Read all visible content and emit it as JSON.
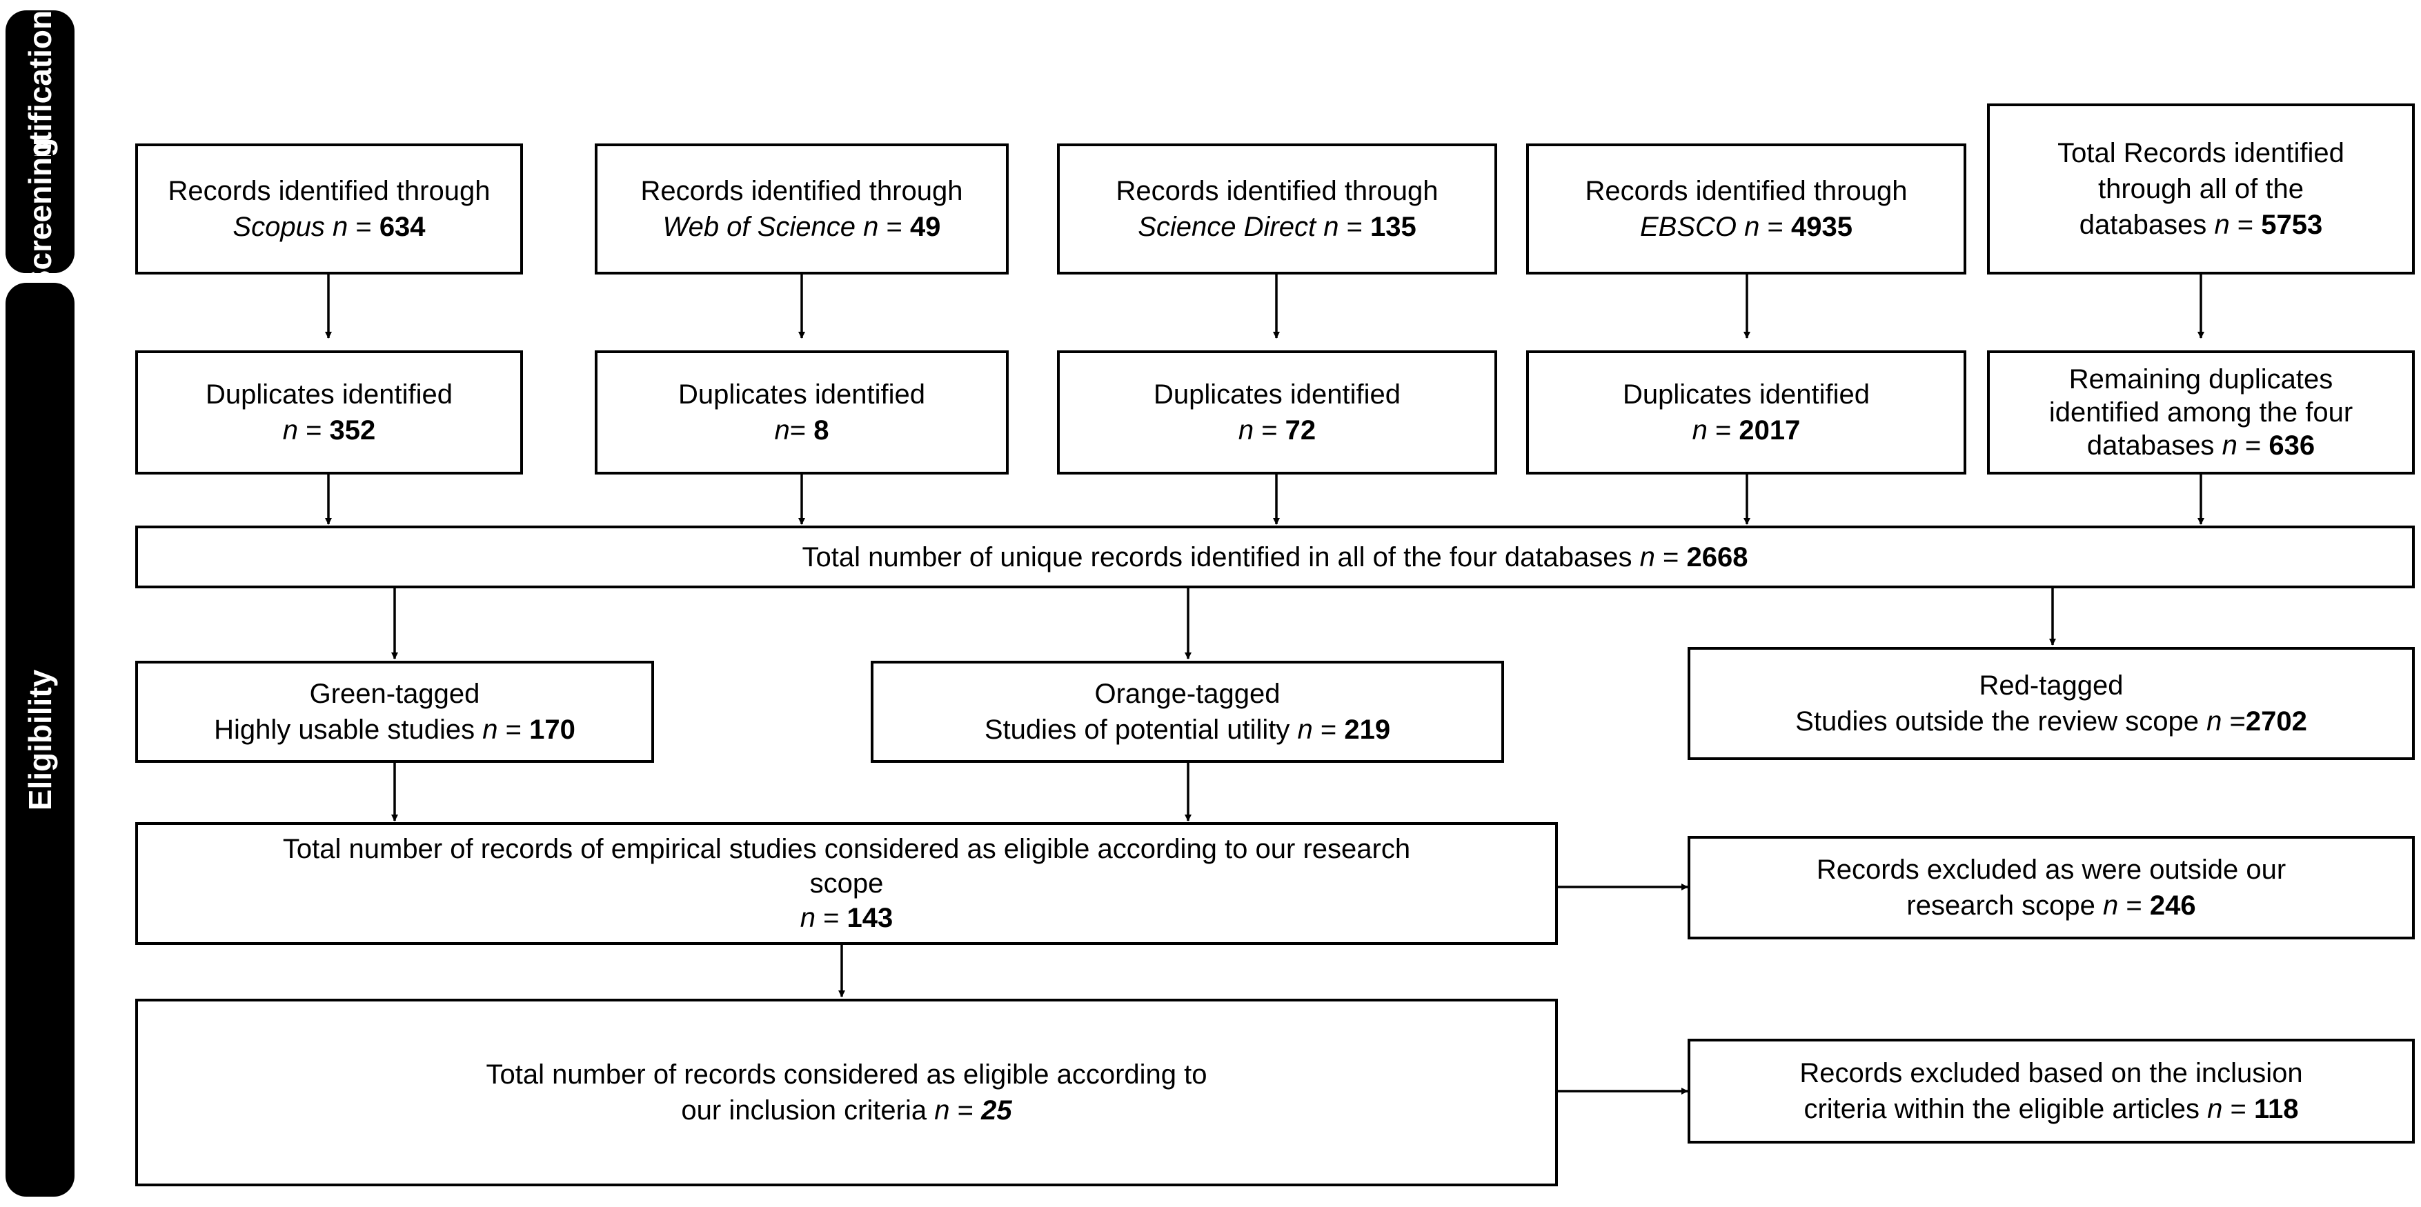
{
  "stages": {
    "identification": "Identification",
    "screening": "Screening",
    "eligibility": "Eligibility"
  },
  "identification": {
    "scopus": {
      "text": "Records identified through",
      "db": "Scopus",
      "n": "n",
      "eq": " = ",
      "value": "634"
    },
    "wos": {
      "text": "Records identified through",
      "db": "Web of Science",
      "n": "n",
      "eq": " = ",
      "value": "49"
    },
    "sciencedirect": {
      "text": "Records identified through",
      "db": "Science Direct",
      "n": "n",
      "eq": " = ",
      "value": "135"
    },
    "ebsco": {
      "text": "Records identified through",
      "db": "EBSCO",
      "n": "n",
      "eq": " = ",
      "value": "4935"
    },
    "total": {
      "line1": "Total Records identified",
      "line2": "through all of the",
      "line3": "databases",
      "n": "n",
      "eq": " = ",
      "value": "5753"
    }
  },
  "screening": {
    "dup_scopus": {
      "text": "Duplicates identified",
      "n": "n",
      "eq": " = ",
      "value": "352"
    },
    "dup_wos": {
      "text": "Duplicates identified",
      "n": "n",
      "eq": "= ",
      "value": "8"
    },
    "dup_sciencedirect": {
      "text": "Duplicates identified",
      "n": "n",
      "eq": " = ",
      "value": "72"
    },
    "dup_ebsco": {
      "text": "Duplicates identified",
      "n": "n",
      "eq": " = ",
      "value": "2017"
    },
    "dup_remaining": {
      "line1": "Remaining duplicates",
      "line2": "identified among the four",
      "line3": "databases",
      "n": "n",
      "eq": " = ",
      "value": "636"
    },
    "unique": {
      "text": "Total number of unique records identified in all of the four databases ",
      "n": "n",
      "eq": " = ",
      "value": "2668"
    }
  },
  "eligibility": {
    "green": {
      "line1": "Green-tagged",
      "line2": "Highly usable studies",
      "n": "n",
      "eq": " = ",
      "value": "170"
    },
    "orange": {
      "line1": "Orange-tagged",
      "line2": "Studies of potential utility",
      "n": "n",
      "eq": " = ",
      "value": "219"
    },
    "red": {
      "line1": "Red-tagged",
      "line2": "Studies outside the review scope",
      "n": "n",
      "eq": " =",
      "value": "2702"
    },
    "empirical": {
      "line1": "Total number of records of empirical studies considered as eligible according to our research",
      "line2": "scope",
      "n": "n",
      "eq": " = ",
      "value": "143"
    },
    "excluded_scope": {
      "line1": "Records excluded as were outside our",
      "line2": "research scope",
      "n": "n",
      "eq": " = ",
      "value": "246"
    },
    "final": {
      "line1": "Total number of records considered as eligible according to",
      "line2": "our inclusion criteria",
      "n": "n",
      "eq": " = ",
      "value": "25"
    },
    "excluded_criteria": {
      "line1": "Records excluded based on the inclusion",
      "line2": "criteria within the eligible articles",
      "n": "n",
      "eq": " = ",
      "value": "118"
    }
  }
}
